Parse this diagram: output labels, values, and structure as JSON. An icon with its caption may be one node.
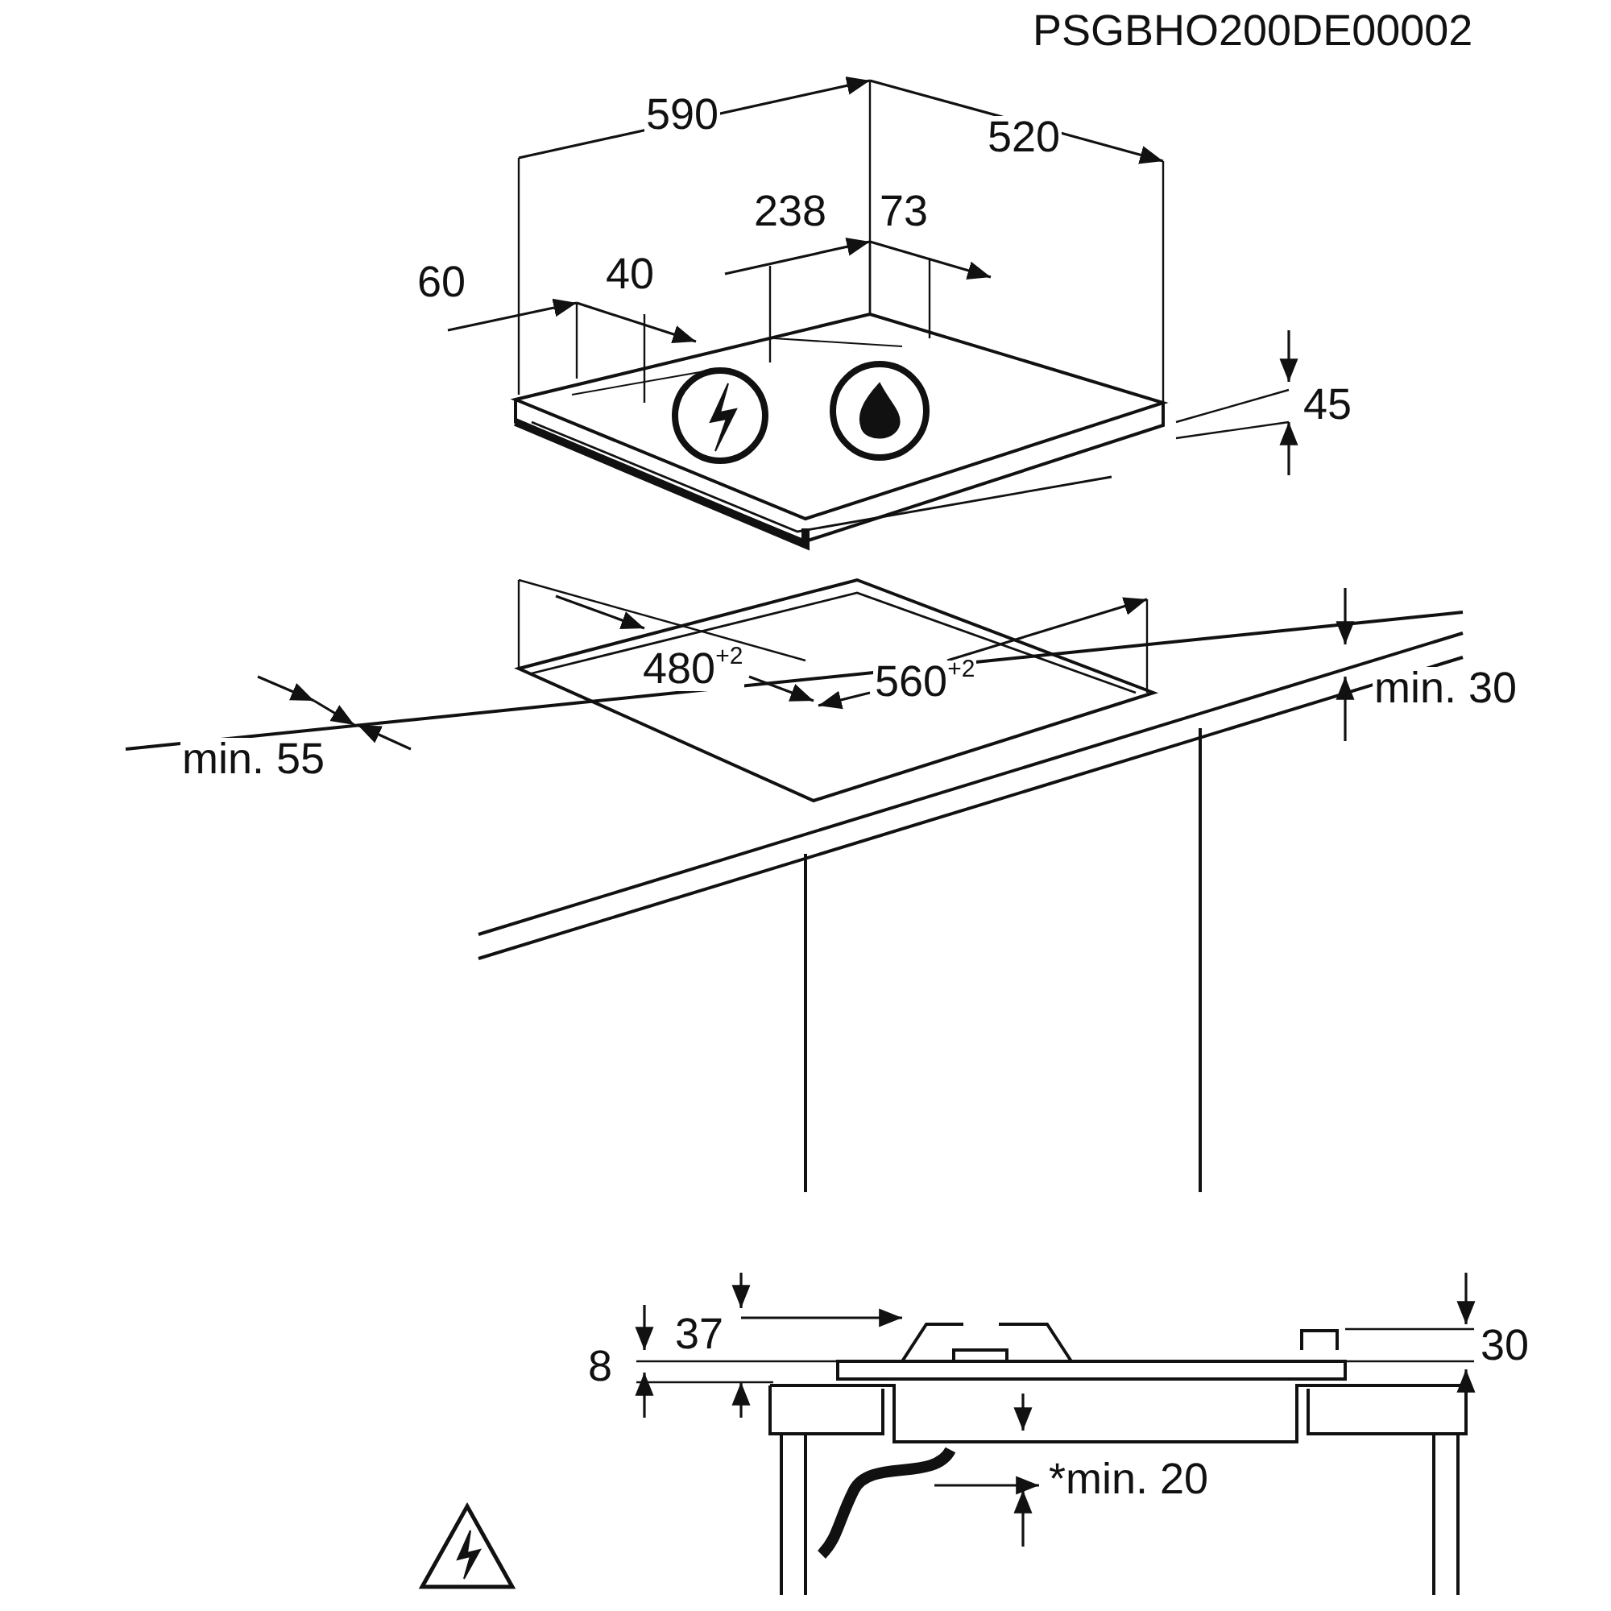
{
  "diagram": {
    "labels": [
      "PSGBHO200DE00002",
      "590",
      "520",
      "238",
      "73",
      "60",
      "40",
      "45",
      "480$^{+2}$",
      "560$^{+2}$",
      "min. 30",
      "min. 55",
      "8",
      "37",
      "30",
      "*min. 20"
    ]
  }
}
